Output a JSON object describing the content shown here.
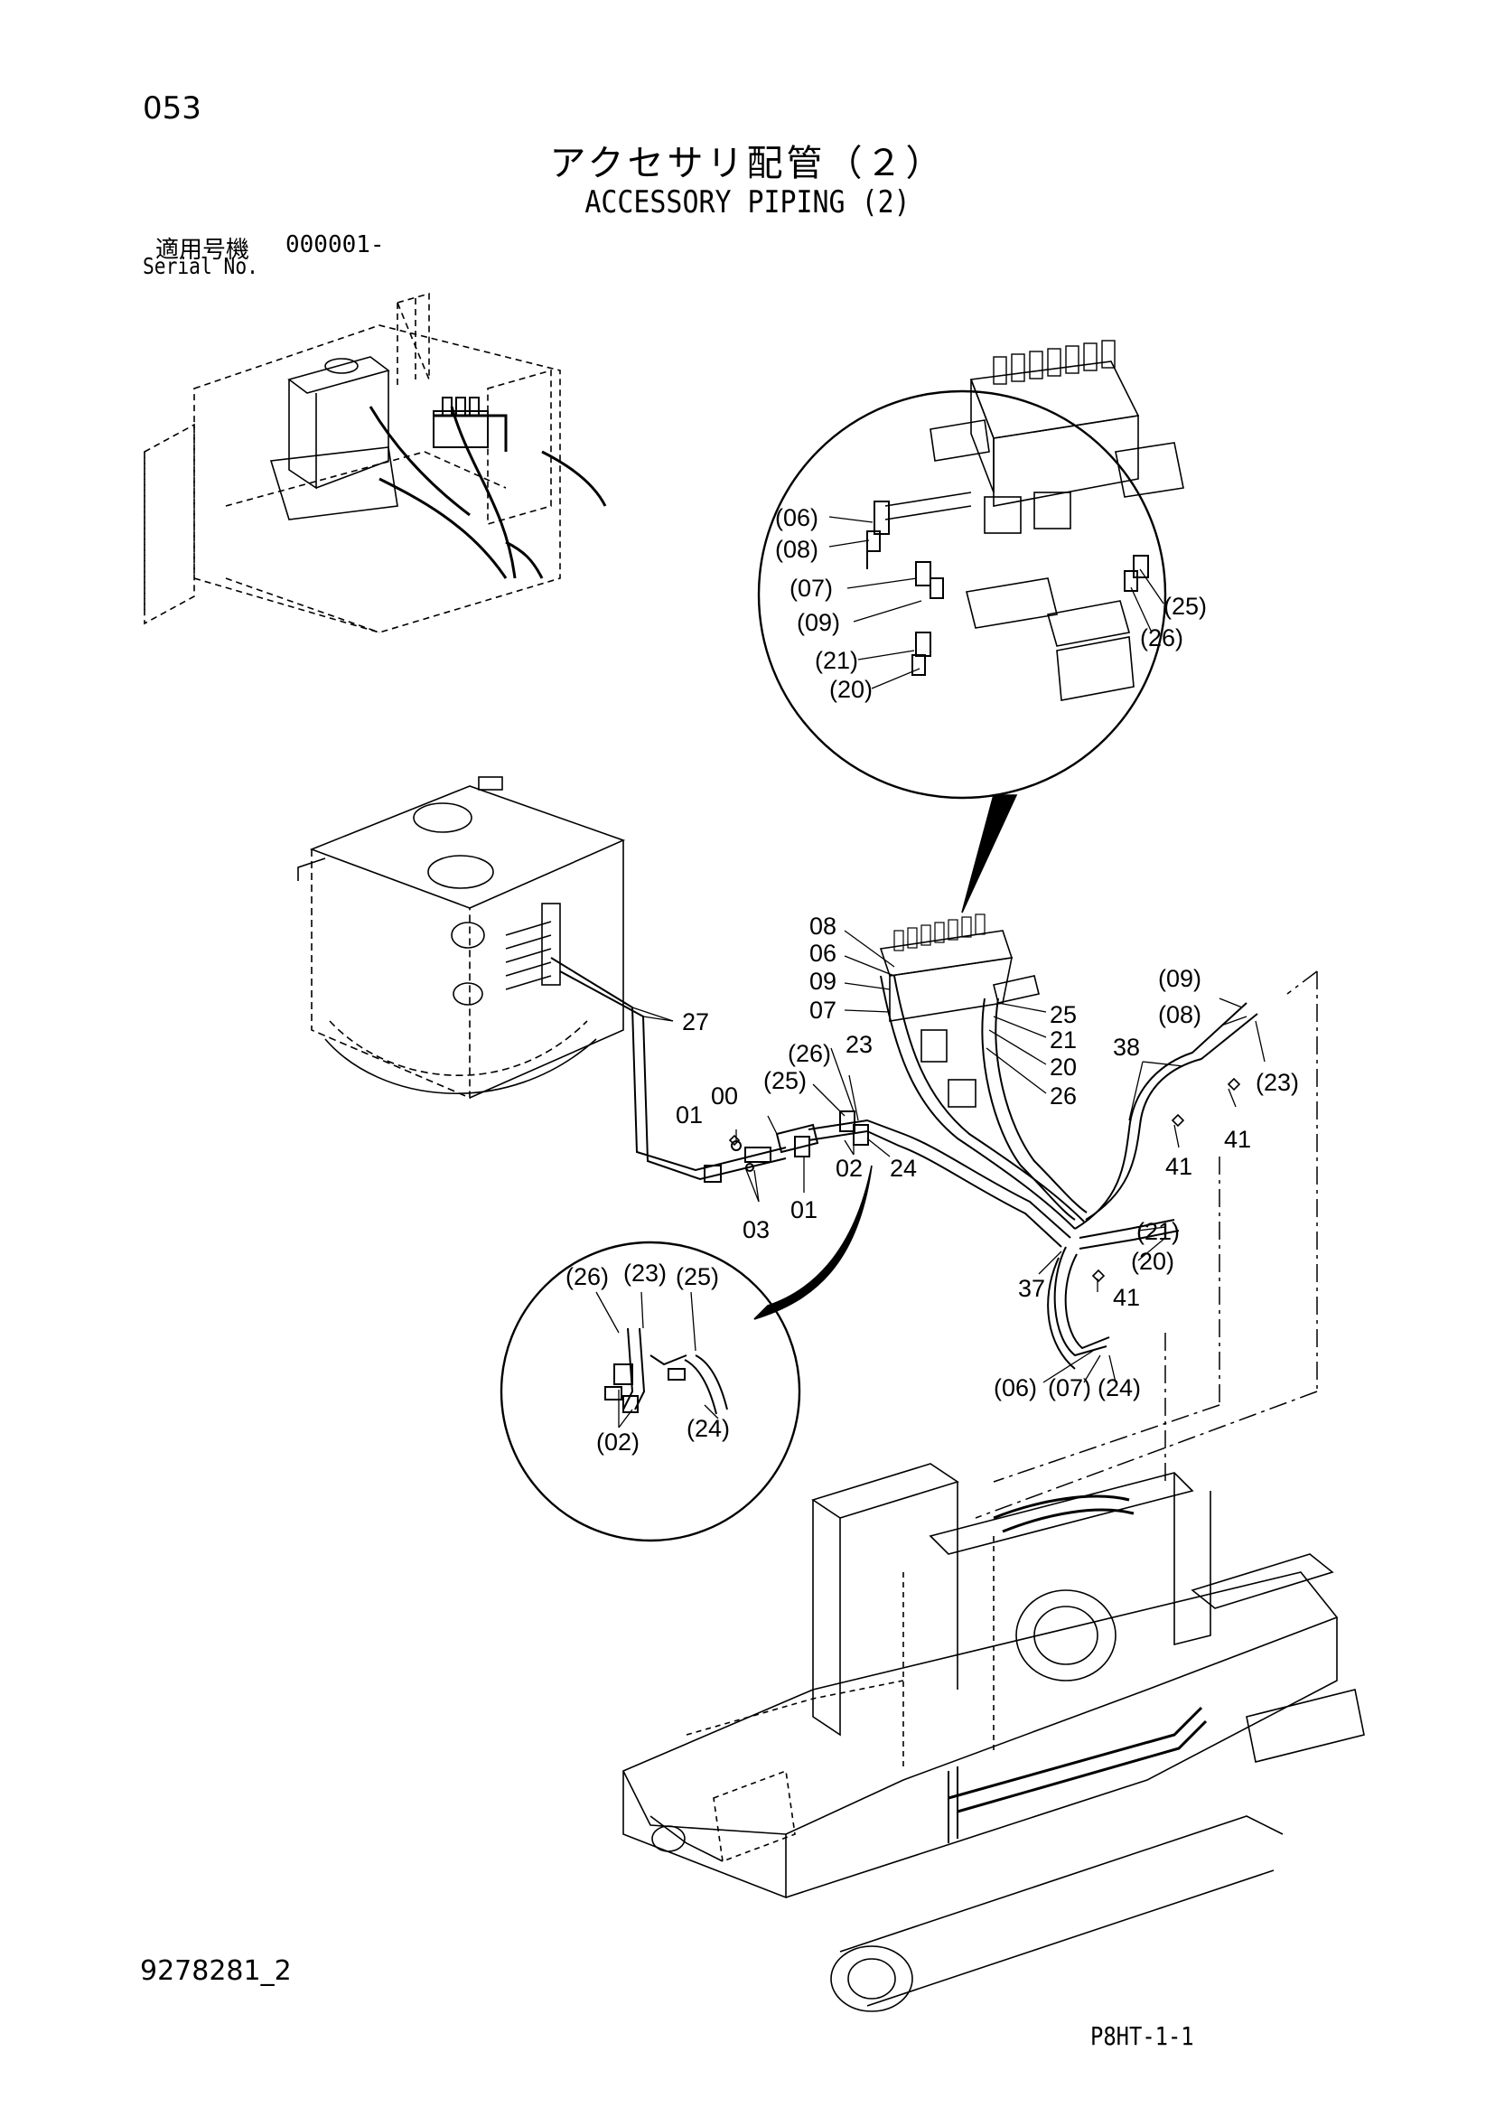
{
  "header": {
    "page_number": "053",
    "title_jp": "アクセサリ配管（２）",
    "title_en": "ACCESSORY PIPING (2)",
    "serial_label_jp": "適用号機",
    "serial_code": "000001-",
    "serial_label_en": "Serial No."
  },
  "footer": {
    "document_number": "9278281_2",
    "page_code": "P8HT-1-1"
  },
  "callouts": {
    "detail_top": [
      "(06)",
      "(08)",
      "(07)",
      "(09)",
      "(21)",
      "(20)",
      "(25)",
      "(26)"
    ],
    "valve_area": [
      "08",
      "06",
      "09",
      "07",
      "25",
      "21",
      "20",
      "26"
    ],
    "tank_area": [
      "27"
    ],
    "middle": [
      "(26)",
      "23",
      "(25)",
      "00",
      "01",
      "02",
      "24",
      "03",
      "01"
    ],
    "right_lines": [
      "(09)",
      "(08)",
      "38",
      "(23)",
      "41",
      "41",
      "(21)",
      "(20)",
      "37",
      "41",
      "(06)",
      "(07)",
      "(24)"
    ],
    "detail_bottom": [
      "(26)",
      "(23)",
      "(25)",
      "(02)",
      "(24)"
    ]
  }
}
